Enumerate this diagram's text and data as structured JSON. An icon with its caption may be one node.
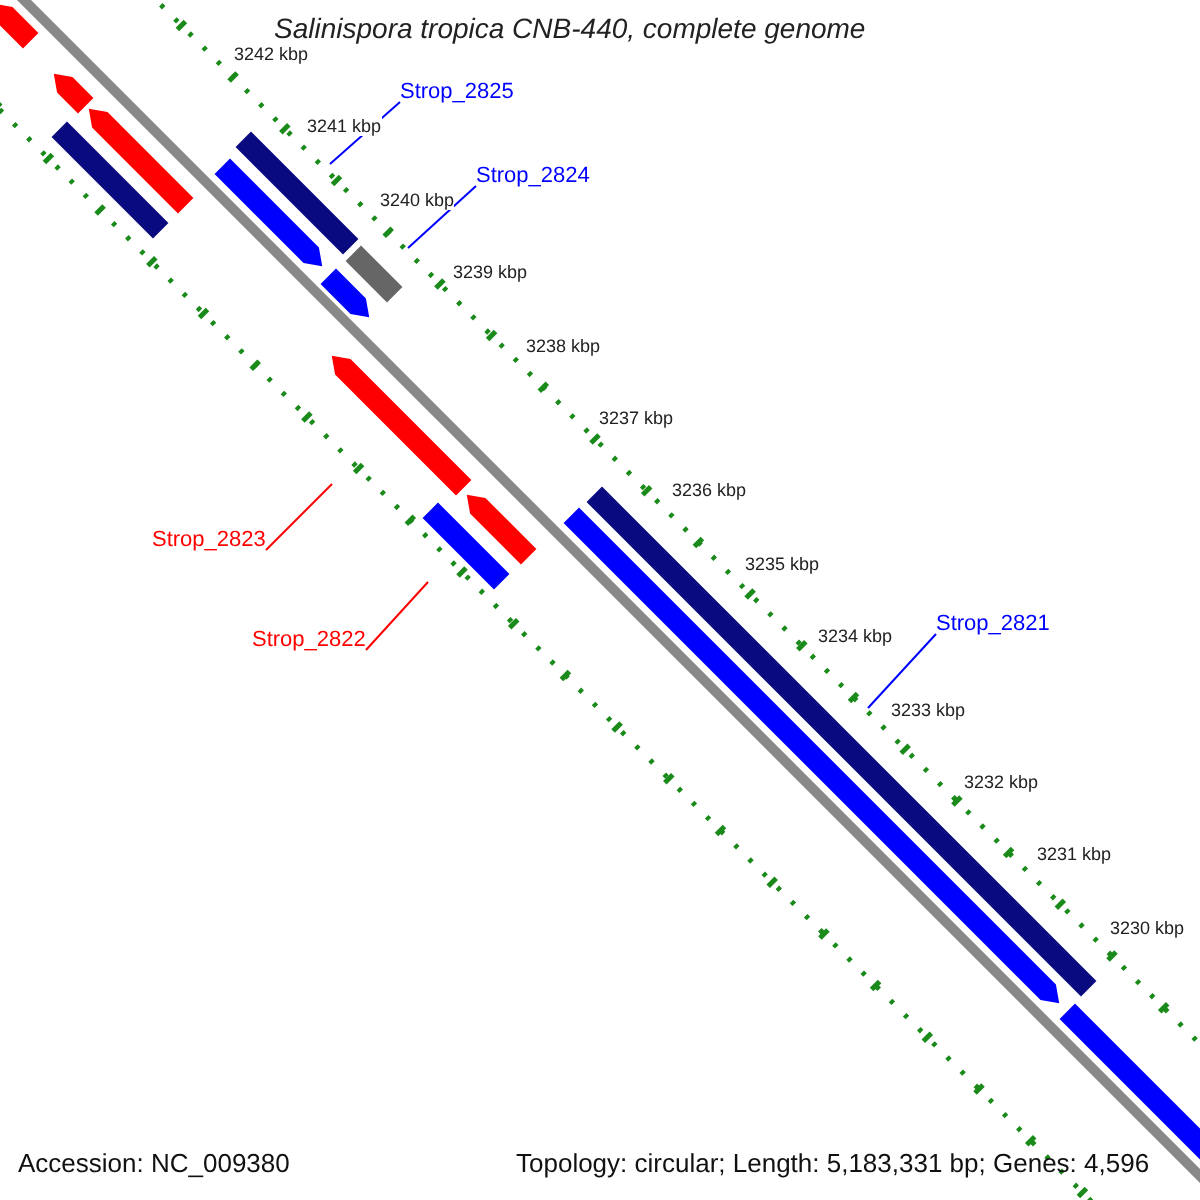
{
  "diagram": {
    "title": "Salinispora tropica CNB-440, complete genome",
    "nodes": [
      {
        "text": [
          "Strop_2825"
        ]
      },
      {
        "text": [
          "Strop_2824"
        ]
      },
      {
        "text": [
          "Strop_2823"
        ]
      },
      {
        "text": [
          "Strop_2822"
        ]
      },
      {
        "text": [
          "Strop_2821"
        ]
      }
    ],
    "edges": [
      {
        "from": 0,
        "to": null,
        "arrow": "none"
      },
      {
        "from": 1,
        "to": null,
        "arrow": "none"
      },
      {
        "from": 2,
        "to": null,
        "arrow": "none",
        "color": "#ff0000"
      },
      {
        "from": 3,
        "to": null,
        "arrow": "none",
        "color": "#ff0000"
      },
      {
        "from": 4,
        "to": null,
        "arrow": "none"
      }
    ],
    "labels": [
      "3242 kbp",
      "3241 kbp",
      "3240 kbp",
      "3239 kbp",
      "3238 kbp",
      "3237 kbp",
      "3236 kbp",
      "3235 kbp",
      "3234 kbp",
      "3233 kbp",
      "3232 kbp",
      "3231 kbp",
      "3230 kbp",
      "Accession: NC_009380",
      "Topology: circular; Length: 5,183,331 bp; Genes: 4,596"
    ]
  }
}
